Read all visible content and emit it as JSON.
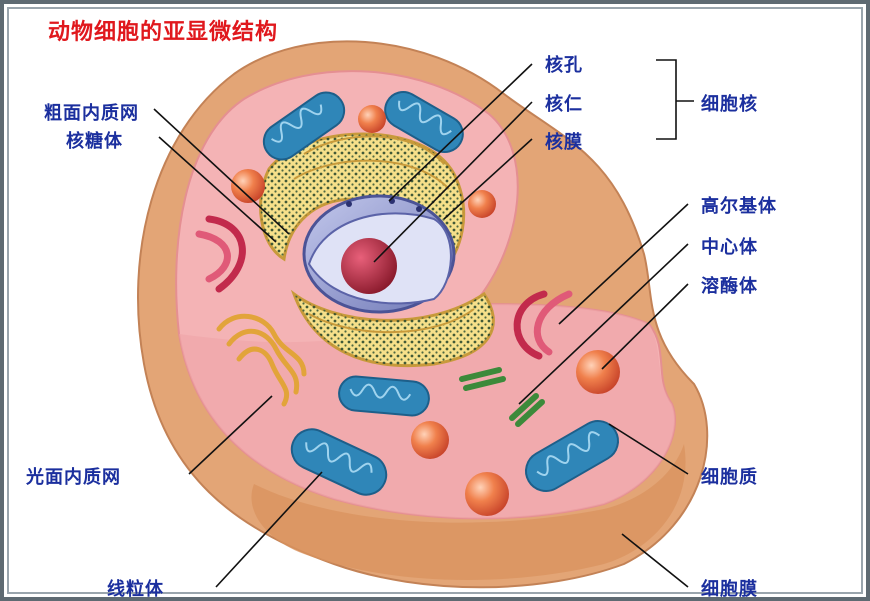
{
  "title": "动物细胞的亚显微结构",
  "labels": {
    "rough_er": "粗面内质网",
    "ribosome": "核糖体",
    "nuclear_pore": "核孔",
    "nucleolus": "核仁",
    "nuclear_envelope": "核膜",
    "nucleus": "细胞核",
    "golgi": "高尔基体",
    "centrosome": "中心体",
    "lysosome": "溶酶体",
    "smooth_er": "光面内质网",
    "cytoplasm": "细胞质",
    "mitochondrion": "线粒体",
    "cell_membrane": "细胞膜"
  },
  "colors": {
    "title": "#e0181d",
    "label": "#1b2f9e",
    "cytoplasm": "#f4b3b5",
    "membrane": "#e2a77c",
    "mitochondrion": "#2f86b8",
    "nucleus": "#8b93c9",
    "nucleolus": "#b8283e",
    "lysosome": "#e66a3c",
    "golgi": "#c22a4c",
    "smooth_er": "#e2a43a",
    "centrosome": "#3c8a3a"
  }
}
